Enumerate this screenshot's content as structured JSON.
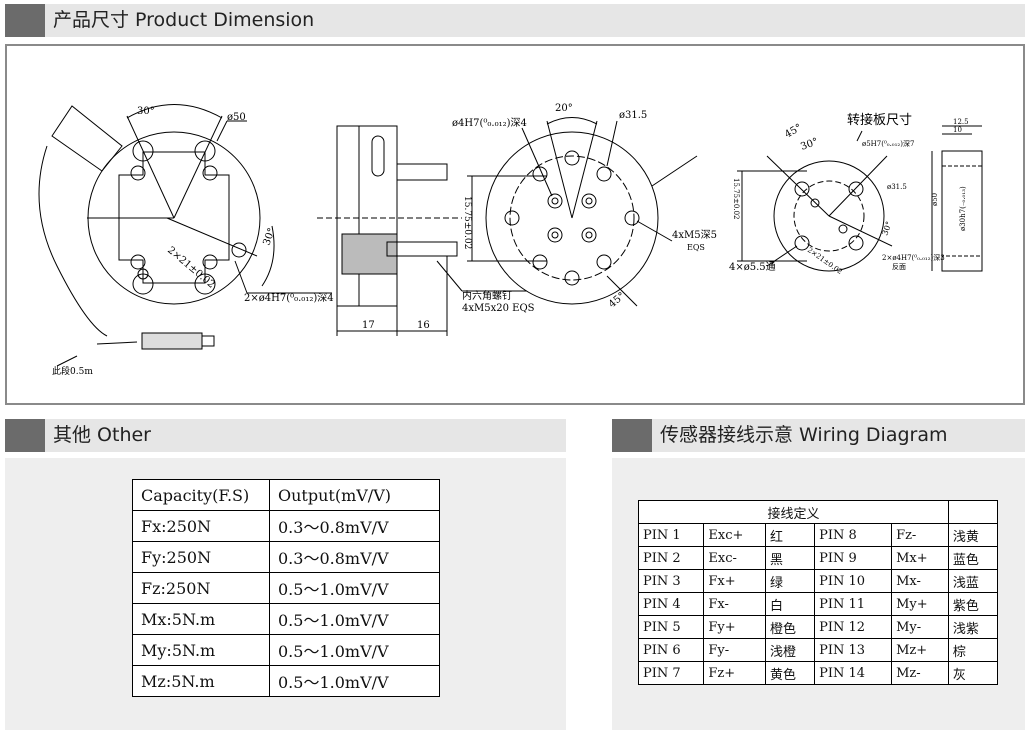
{
  "sections": {
    "dimension_title": "产品尺寸 Product Dimension",
    "other_title": "其他 Other",
    "wiring_title": "传感器接线示意 Wiring Diagram"
  },
  "drawing": {
    "angle_30a": "30°",
    "dia50": "ø50",
    "dim_2x21": "2×21±0.02",
    "hole_2x4": "2×ø4H7(⁰₀.₀₁₂)深4",
    "angle_30b": "30°",
    "cable_note": "此段0.5m",
    "hex_screw": "内六角螺钉",
    "hex_screw_spec": "4xM5x20  EQS",
    "dim_17": "17",
    "dim_16": "16",
    "hole_4h7": "ø4H7(⁰₀.₀₁₂)深4",
    "angle_20": "20°",
    "dia31_5": "ø31.5",
    "dim_15_75": "15.75±0.02",
    "m5": "4xM5深5",
    "m5_eqs": "EQS",
    "angle_45a": "45°",
    "adapter_title": "转接板尺寸",
    "angle_45b": "45°",
    "angle_30c": "30°",
    "hole_5h7": "ø5H7(⁰₀.₀₁₂)深7",
    "dia31_5b": "ø31.5",
    "dim_15_75b": "15.75±0.02",
    "thru_55": "4×ø5.5通",
    "dim_2x21b": "2×21±0.02",
    "hole_2x4b": "2×ø4H7(⁰₀.₀₁₂)深3",
    "reverse": "反面",
    "angle_30d": "30°",
    "dim_12_5": "12.5",
    "dim_10": "10",
    "dia50b": "ø50",
    "dia30h7": "ø30h7(₋₀.₀₁₃)"
  },
  "capacity_table": {
    "headers": [
      "Capacity(F.S)",
      "Output(mV/V)"
    ],
    "rows": [
      [
        "Fx:250N",
        "0.3～0.8mV/V"
      ],
      [
        "Fy:250N",
        "0.3～0.8mV/V"
      ],
      [
        "Fz:250N",
        "0.5～1.0mV/V"
      ],
      [
        "Mx:5N.m",
        "0.5～1.0mV/V"
      ],
      [
        "My:5N.m",
        "0.5～1.0mV/V"
      ],
      [
        "Mz:5N.m",
        "0.5～1.0mV/V"
      ]
    ]
  },
  "wiring_table": {
    "title": "接线定义",
    "rows": [
      [
        "PIN 1",
        "Exc+",
        "红",
        "PIN 8",
        "Fz-",
        "浅黄"
      ],
      [
        "PIN 2",
        "Exc-",
        "黑",
        "PIN 9",
        "Mx+",
        "蓝色"
      ],
      [
        "PIN 3",
        "Fx+",
        "绿",
        "PIN 10",
        "Mx-",
        "浅蓝"
      ],
      [
        "PIN 4",
        "Fx-",
        "白",
        "PIN 11",
        "My+",
        "紫色"
      ],
      [
        "PIN 5",
        "Fy+",
        "橙色",
        "PIN 12",
        "My-",
        "浅紫"
      ],
      [
        "PIN 6",
        "Fy-",
        "浅橙",
        "PIN 13",
        "Mz+",
        "棕"
      ],
      [
        "PIN 7",
        "Fz+",
        "黄色",
        "PIN 14",
        "Mz-",
        "灰"
      ]
    ]
  }
}
